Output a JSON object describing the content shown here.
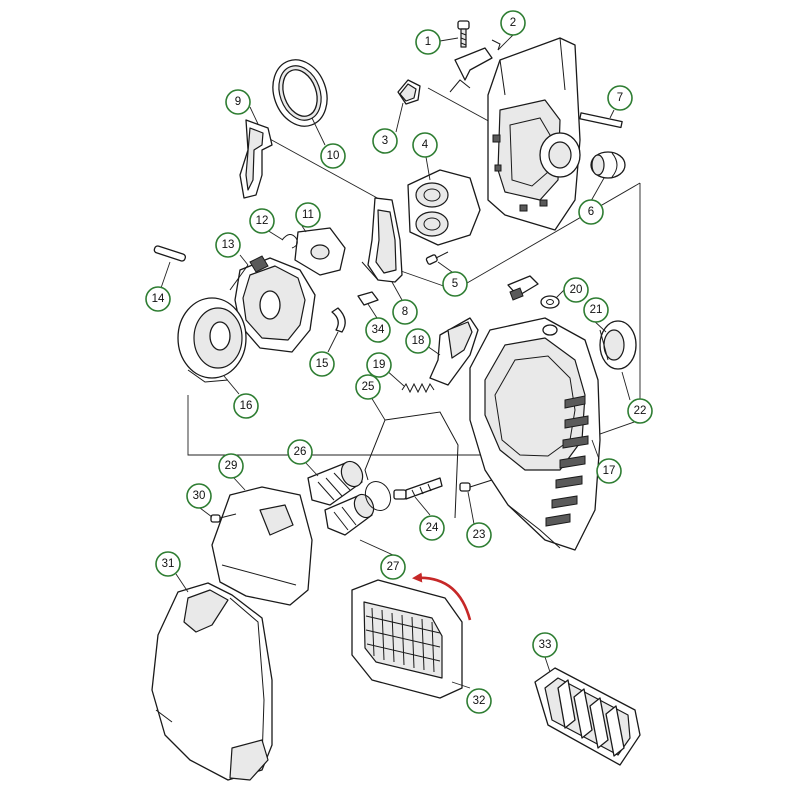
{
  "theme": {
    "callout_color": "#2e7d32",
    "arrow_color": "#c62828",
    "line_color": "#1a1a1a"
  },
  "callouts": [
    {
      "label": "1"
    },
    {
      "label": "2"
    },
    {
      "label": "3"
    },
    {
      "label": "4"
    },
    {
      "label": "5"
    },
    {
      "label": "6"
    },
    {
      "label": "7"
    },
    {
      "label": "8"
    },
    {
      "label": "9"
    },
    {
      "label": "10"
    },
    {
      "label": "11"
    },
    {
      "label": "12"
    },
    {
      "label": "13"
    },
    {
      "label": "14"
    },
    {
      "label": "15"
    },
    {
      "label": "16"
    },
    {
      "label": "17"
    },
    {
      "label": "18"
    },
    {
      "label": "19"
    },
    {
      "label": "20"
    },
    {
      "label": "21"
    },
    {
      "label": "22"
    },
    {
      "label": "23"
    },
    {
      "label": "24"
    },
    {
      "label": "25"
    },
    {
      "label": "26"
    },
    {
      "label": "27"
    },
    {
      "label": "29"
    },
    {
      "label": "30"
    },
    {
      "label": "31"
    },
    {
      "label": "32"
    },
    {
      "label": "33"
    },
    {
      "label": "34"
    }
  ]
}
